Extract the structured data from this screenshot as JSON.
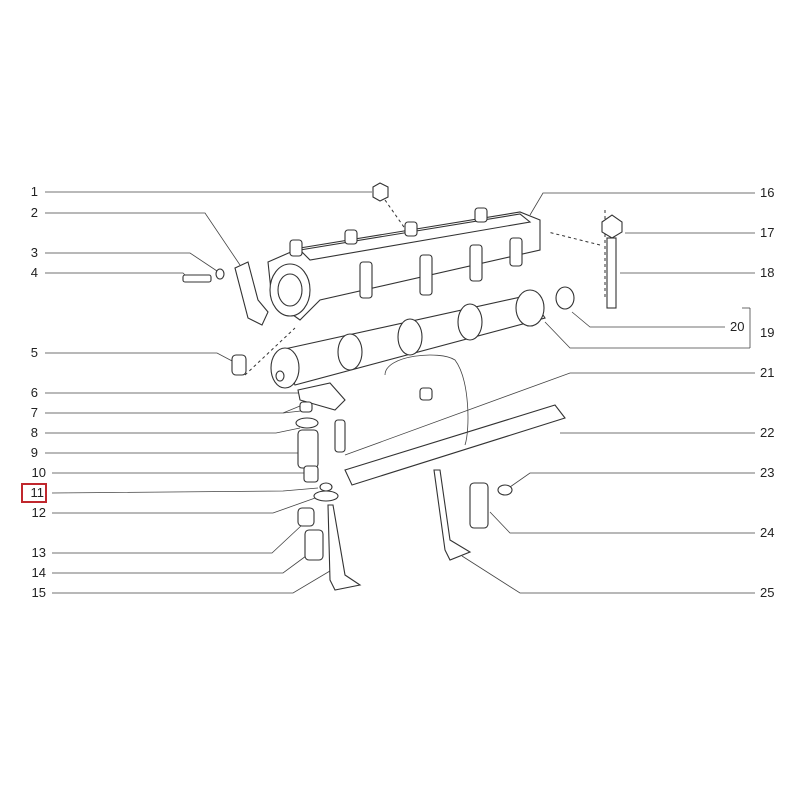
{
  "diagram": {
    "left_labels": [
      "1",
      "2",
      "3",
      "4",
      "5",
      "6",
      "7",
      "8",
      "9",
      "10",
      "11",
      "12",
      "13",
      "14",
      "15"
    ],
    "right_labels": [
      "16",
      "17",
      "18",
      "19",
      "20",
      "21",
      "22",
      "23",
      "24",
      "25"
    ],
    "selected_label": "11",
    "highlight_color": "#c0272d"
  }
}
